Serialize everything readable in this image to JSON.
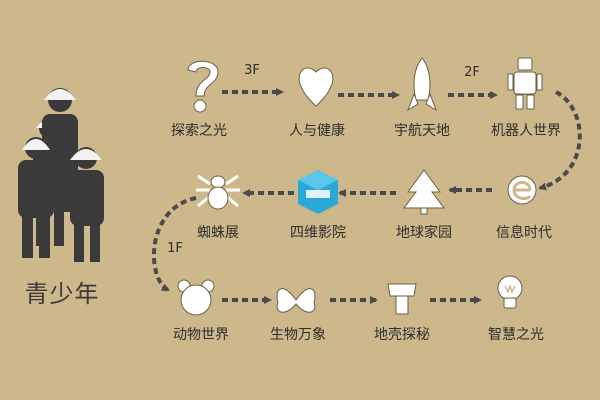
{
  "title": "青少年",
  "floors": [
    "3F",
    "2F",
    "1F"
  ],
  "exhibits": {
    "explore": "探索之光",
    "health": "人与健康",
    "space": "宇航天地",
    "robots": "机器人世界",
    "info": "信息时代",
    "earth_home": "地球家园",
    "cinema": "四维影院",
    "spider": "蜘蛛展",
    "animals": "动物世界",
    "life": "生物万象",
    "crust": "地壳探秘",
    "wisdom": "智慧之光"
  },
  "colors": {
    "background": "#cdb88b",
    "icon": "#ffffff",
    "arrow": "#4a4a4a",
    "figure": "#3a3a3a",
    "cinema_icon": "#2aa9d6"
  }
}
